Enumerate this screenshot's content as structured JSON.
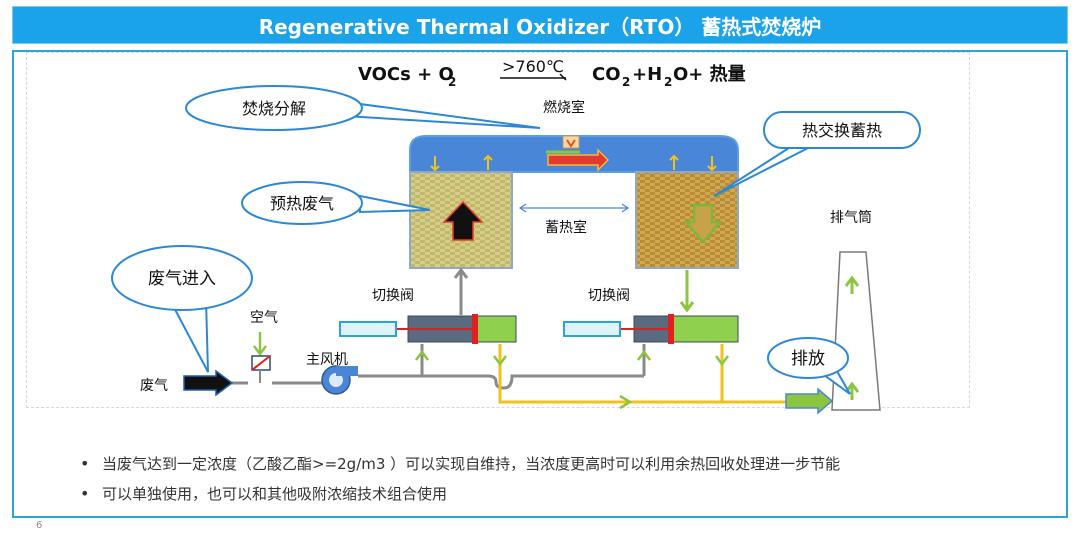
{
  "header": {
    "title": "Regenerative Thermal Oxidizer（RTO） 蓄热式焚烧炉"
  },
  "equation": {
    "left": "VOCs + O",
    "left_sub": "2",
    "condition": ">760℃",
    "right_co": "CO",
    "right_co_sub": "2",
    "right_h": " +H",
    "right_h_sub": "2",
    "right_tail": "O+ 热量"
  },
  "labels": {
    "combustion_chamber": "燃烧室",
    "regen_chamber": "蓄热室",
    "valve_left": "切换阀",
    "valve_right": "切换阀",
    "air": "空气",
    "main_fan": "主风机",
    "waste_gas": "废气",
    "stack": "排气筒"
  },
  "callouts": {
    "burn": "焚烧分解",
    "heat_exchange": "热交换蓄热",
    "preheat": "预热废气",
    "inlet": "废气进入",
    "discharge": "排放"
  },
  "bullets": [
    "当废气达到一定浓度（乙酸乙酯>=2g/m3 ）可以实现自维持，当浓度更高时可以利用余热回收处理进一步节能",
    "可以单独使用，也可以和其他吸附浓缩技术组合使用"
  ],
  "page": {
    "number": "6"
  },
  "colors": {
    "title_bg": "#1aa3e8",
    "frame": "#2aa6d6",
    "chamber_top": "#4a86d8",
    "bed_left": "#c9c07a",
    "bed_right": "#c8a24a",
    "pipe_gray": "#8a8a8a",
    "pipe_yellow": "#f2c21a",
    "arrow_green": "#8cc63f",
    "valve_gray": "#5a6b80",
    "valve_green": "#8fd14f",
    "callout_border": "#2b88d8"
  }
}
